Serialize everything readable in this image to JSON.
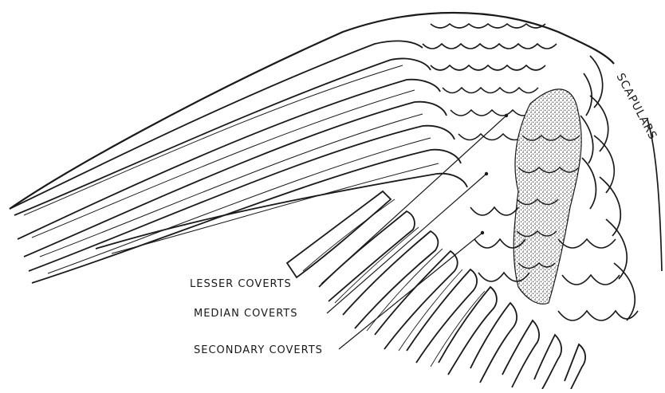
{
  "diagram": {
    "labels": {
      "scapulars": "SCAPULARS",
      "lesser_coverts": "LESSER COVERTS",
      "median_coverts": "MEDIAN COVERTS",
      "secondary_coverts": "SECONDARY COVERTS"
    },
    "colors": {
      "ink": "#1a1a1a",
      "paper": "#ffffff",
      "stipple": "#2a2a2a"
    }
  }
}
